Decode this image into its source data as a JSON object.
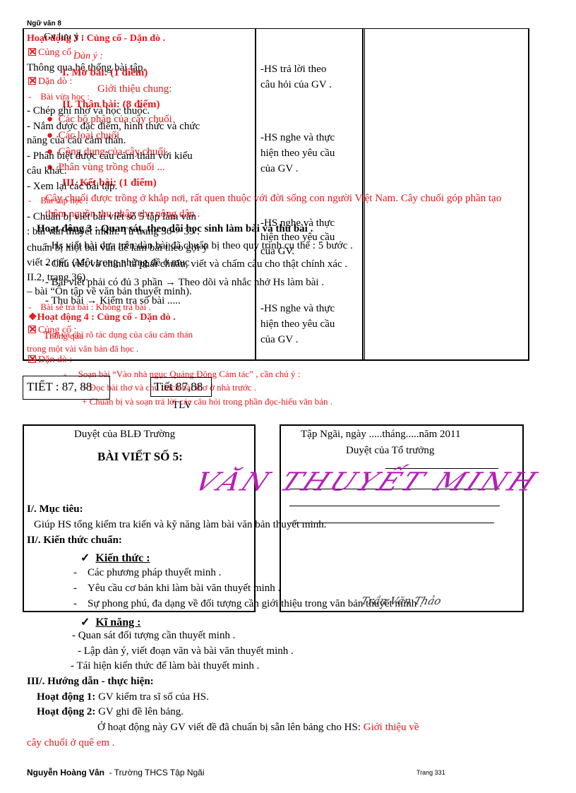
{
  "header": {
    "subject": "Ngữ văn 8"
  },
  "table": {
    "col1": {
      "h3_title": "Hoạt động 3 : Củng cố - Dặn dò .",
      "cungco": "Củng cố :",
      "cungco_text": "Thông qua hệ thống bài tập.",
      "danndo": "Dặn dò :",
      "dash1": "Bài vừa học :",
      "item1": "- Chép ghi nhớ và học thuộc.",
      "item2a": "- Nắm được đặc điểm, hình thức và chức",
      "item2b": "năng của câu cảm thán.",
      "item3a": "- Phân biệt được câu cảm thán với kiểu",
      "item3b": "câu khác.",
      "item4": "- Xem lại các bài tập.",
      "dash2": "Bài sắp học :",
      "prep_a": "- Chuẩn bị viết bài viết số 5 tập làm văn",
      "prep_b": ": bài văn thuyết minh. Từ trang 36-> 39 .",
      "prep_c": "chuẩn bị một bài văn để làm bài theo gợi ý",
      "prep_d": "viết 2 tiết. (Một trong những đề ở mục",
      "prep_e": "II.2, trang 36).",
      "prep_f": "– bài “Ôn tập về văn bản thuyết minh).",
      "dash3": "Bài sẽ trả bài : Không trả bài .",
      "h4_title": "Hoạt động 4 : Củng cố - Dặn dò .",
      "gv_title": "Gv lưu ý :",
      "dan_y": "Dàn ý :",
      "mo_bai": "I. Mở bài: (1 điểm)",
      "gioi_thieu": "Giới thiệu chung:",
      "than_bai": "II. Thân bài: (8 điểm)",
      "b1": "Các bộ phận của cây chuối",
      "b2": "Các loại chuối",
      "b3": "Công dụng của cây chuối",
      "b4": "Phân vùng trồng chuối ...",
      "ket_bai": "III. Kết bài: (1 điểm)",
      "kb_text": "Cây chuối được trồng ở khắp nơi, rất quen thuộc với đời sống con người Việt Nam. Cây chuối góp phần tạo thêm nguồn thu nhập cho nông dân .",
      "h3b_title": "Hoạt động 3 : Quan sát, theo dõi học sinh làm bài và thu bài .",
      "h3b_1": "- Hs viết bài dựa trên dàn bài đã chuẩn bị theo quy trình cụ thể : 5 bước .",
      "h3b_2": "- Chú viết và chính tả phải chuẩn, viết và chấm câu cho thật chính xác .",
      "h3b_3": "- Bài viết phải có đủ 3 phần → Theo dõi và nhắc nhở Hs làm bài .",
      "h3b_4": "- Thu bài → Kiểm tra số bài .....",
      "h4b_cungco": "Củng cố :",
      "h4b_thong": "Thông qua",
      "h4b_text_a": "Tìm và chỉ rõ tác dụng của câu cảm thán",
      "h4b_text_b": "trong một vài văn bản đã học .",
      "h4b_dando": "Dặn dò :"
    },
    "col2": {
      "r1a": "-HS trả lời theo",
      "r1b": "câu hỏi của GV .",
      "r2a": "-HS nghe và thực",
      "r2b": "hiện theo yêu cầu",
      "r2c": "của GV .",
      "r3a": "-HS nghe và thực",
      "r3b": "hiện theo yêu cầu",
      "r3c": "của GV.",
      "r4a": "-HS nghe và thực",
      "r4b": "hiện theo yêu cầu",
      "r4c": "của GV ."
    }
  },
  "next_lesson": {
    "line1": "Soạn bài “Vào nhà ngục Quảng Đông Cảm tác” , cần chú ý :",
    "line2": "+ Đọc bài thơ và chú thích bài thơ ở nhà trước .",
    "line3": "+ Chuẩn bị và soạn trả lời các câu hỏi trong phần đọc-hiểu văn bản ."
  },
  "tiet_box": {
    "label": "TIẾT : 87, 88",
    "overlay": "Tiết 87,88",
    "sub": "TLV"
  },
  "approval_left": {
    "title": "Duyệt của BLĐ Trường",
    "heading": "BÀI VIẾT SỐ 5:",
    "signature": "VĂN THUYẾT MINH"
  },
  "approval_right": {
    "date": "Tập Ngãi, ngày .....tháng.....năm 2011",
    "title": "Duyệt của Tổ trưởng",
    "signature": "Trần Văn Thảo"
  },
  "sections": {
    "muc_tieu_label": "I/. Mục tiêu:",
    "muc_tieu_text": "Giúp HS tổng kiểm tra kiến và kỹ năng làm bài văn bản thuyết minh.",
    "kien_thuc_label": "II/. Kiến thức chuẩn:",
    "kien_thuc_sub": "Kiến thức :",
    "kt1": "Các phương pháp thuyết minh .",
    "kt2": "Yêu cầu cơ bản khi làm bài văn thuyết minh .",
    "kt3": "Sự phong phú, đa dạng về đối tượng cần giới thiệu trong văn bản thuyết minh .",
    "ki_nang_sub": "Kĩ năng :",
    "kn1": "- Quan sát đối tượng cần thuyết minh .",
    "kn2": "- Lập dàn ý, viết đoạn văn và bài văn thuyết minh .",
    "kn3": "- Tái hiện kiến thức để làm bài thuyết minh .",
    "huong_dan_label": "III/. Hướng dẫn - thực hiện:",
    "hd1_label": "Hoạt động 1:",
    "hd1_text": "GV kiểm tra sĩ số của HS.",
    "hd2_label": "Hoạt động 2:",
    "hd2_text": "GV ghi đề lên bảng.",
    "hd2_detail": "Ở hoạt động này GV viết đề đã chuẩn bị sẵn lên bảng cho HS:",
    "hd2_topic_a": "Giới thiệu về",
    "hd2_topic_b": "cây chuối ở quê em ."
  },
  "footer": {
    "author": "Nguyễn Hoàng Vân",
    "school": "- Trường THCS Tập Ngãi",
    "page": "Trang 331"
  }
}
